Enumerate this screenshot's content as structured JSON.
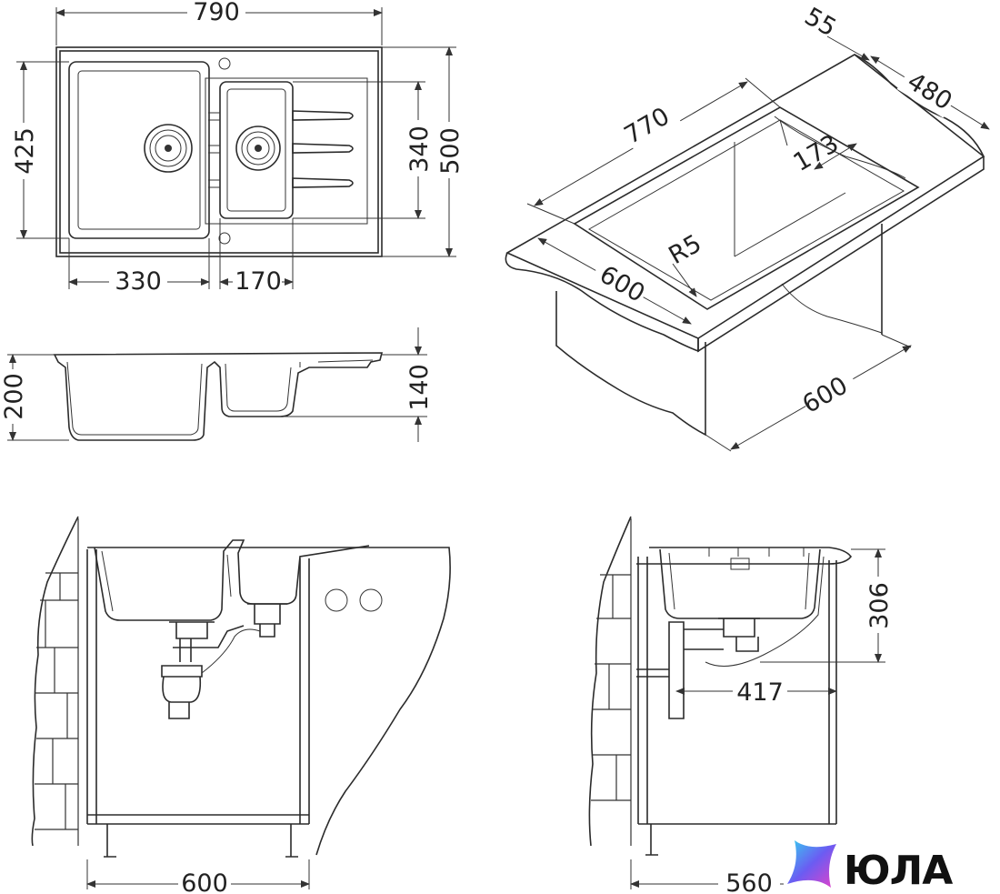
{
  "dimensions": {
    "top_width": "790",
    "left_height": "425",
    "drainer_height": "340",
    "total_height": "500",
    "main_bowl_width": "330",
    "small_bowl_width": "170",
    "section_depth": "200",
    "small_bowl_depth": "140",
    "iso_length": "770",
    "iso_edge": "55",
    "iso_depth": "480",
    "iso_bowl": "173",
    "iso_radius": "R5",
    "iso_front": "600",
    "iso_cabinet": "600",
    "front_cabinet": "600",
    "side_bowl_depth": "306",
    "side_drain_offset": "417",
    "side_cabinet": "560"
  },
  "brand": {
    "name": "ЮЛА",
    "colors": {
      "icon_top": "#35d0f0",
      "icon_mid": "#6b5cf2",
      "icon_bottom": "#e640c8"
    }
  }
}
